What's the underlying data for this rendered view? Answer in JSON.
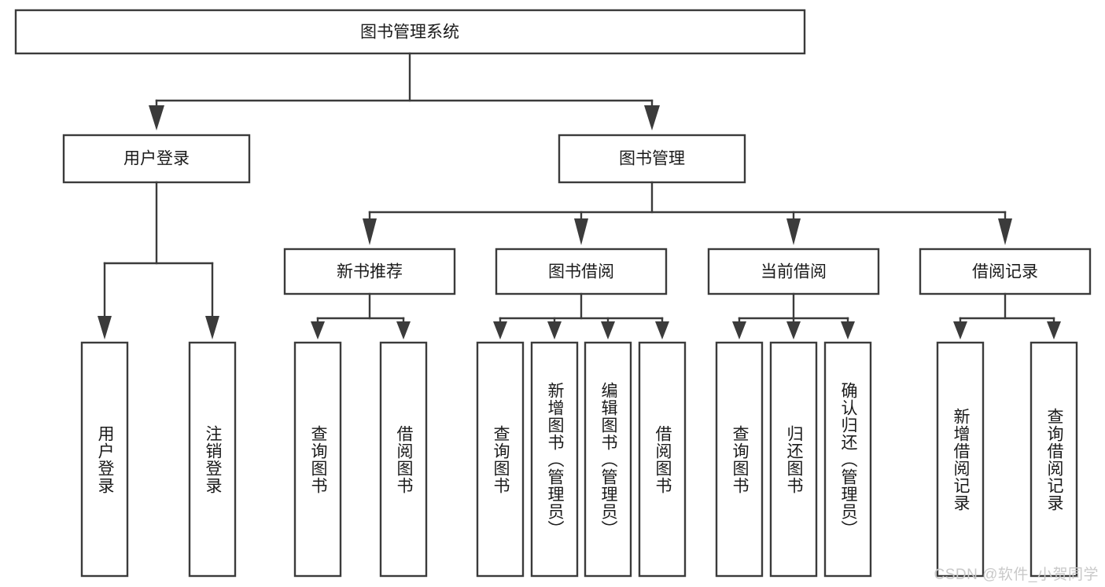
{
  "diagram": {
    "type": "tree",
    "title": "图书管理系统",
    "colors": {
      "background": "#ffffff",
      "stroke": "#3b3b3b",
      "box_fill": "#ffffff",
      "text": "#1a1a1a",
      "watermark": "#c9c9c9"
    },
    "root": {
      "label": "图书管理系统"
    },
    "level2": [
      {
        "label": "用户登录"
      },
      {
        "label": "图书管理"
      }
    ],
    "level3": [
      {
        "label": "新书推荐"
      },
      {
        "label": "图书借阅"
      },
      {
        "label": "当前借阅"
      },
      {
        "label": "借阅记录"
      }
    ],
    "leaves_user_login": [
      {
        "label": "用户登录"
      },
      {
        "label": "注销登录"
      }
    ],
    "leaves_new_book": [
      {
        "label": "查询图书"
      },
      {
        "label": "借阅图书"
      }
    ],
    "leaves_borrow": [
      {
        "label": "查询图书"
      },
      {
        "label": "新增图书（管理员）"
      },
      {
        "label": "编辑图书（管理员）"
      },
      {
        "label": "借阅图书"
      }
    ],
    "leaves_current": [
      {
        "label": "查询图书"
      },
      {
        "label": "归还图书"
      },
      {
        "label": "确认归还（管理员）"
      }
    ],
    "leaves_record": [
      {
        "label": "新增借阅记录"
      },
      {
        "label": "查询借阅记录"
      }
    ]
  },
  "watermark": {
    "text": "CSDN @软件_小贺同学"
  }
}
